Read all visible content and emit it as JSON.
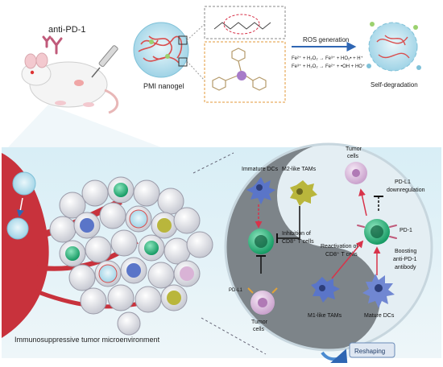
{
  "top": {
    "antibody_label": "anti-PD-1",
    "nanogel_label": "PMI nanogel",
    "ros_label": "ROS generation",
    "reaction_1": "Fe²⁺ + H₂O₂ → Fe³⁺ + HO₂• + H⁺",
    "reaction_2": "Fe³⁺ + H₂O₂ → Fe²⁺ + •OH + HO⁺",
    "self_degradation_label": "Self-degradation"
  },
  "tme": {
    "caption": "Immunosuppressive tumor microenvironment"
  },
  "left_half": {
    "immature_dcs": "Immature DCs",
    "m2_tams": "M2-like TAMs",
    "inhibition_line1": "Inhibition of",
    "inhibition_line2": "CD8⁺ T cells",
    "pdl1": "PD-L1",
    "tumor_line1": "Tumor",
    "tumor_line2": "cells"
  },
  "right_half": {
    "tumor_line1": "Tumor",
    "tumor_line2": "cells",
    "pdl1_down_line1": "PD-L1",
    "pdl1_down_line2": "downregulation",
    "pd1": "PD-1",
    "reactivation_line1": "Reactivation of",
    "reactivation_line2": "CD8⁺ T cells",
    "boosting_line1": "Boosting",
    "boosting_line2": "anti-PD-1",
    "boosting_line3": "antibody",
    "m1_tams": "M1-like TAMs",
    "mature_dcs": "Mature DCs"
  },
  "reshaping_button": "Reshaping",
  "colors": {
    "background": "#ffffff",
    "panel": "#e6f2f7",
    "dark_half": "#7d8489",
    "light_half": "#e4eef3",
    "vessel": "#c8323c",
    "tcell": "#1aa36e",
    "dc": "#5a75c8",
    "tam": "#b9b63c",
    "tumor": "#d9b3d6",
    "nanogel": "#d94f4f",
    "arrow_blue": "#2f66b3"
  }
}
